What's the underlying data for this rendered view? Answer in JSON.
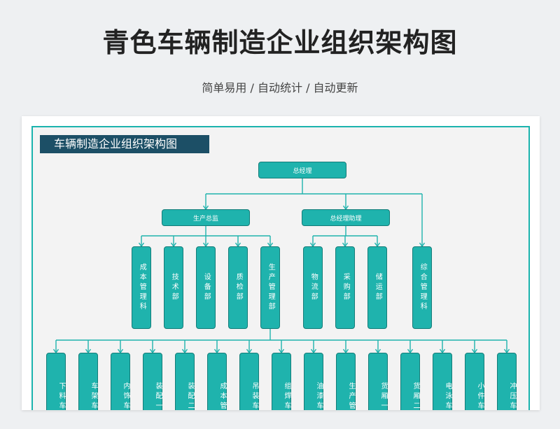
{
  "header": {
    "title": "青色车辆制造企业组织架构图",
    "subtitle": "简单易用 / 自动统计 / 自动更新"
  },
  "chart": {
    "title": "车辆制造企业组织架构图",
    "root": "总经理",
    "level1": [
      "生产总监",
      "总经理助理"
    ],
    "level2": [
      "成本管理科",
      "技术部",
      "设备部",
      "质检部",
      "生产管理部",
      "物流部",
      "采购部",
      "储运部",
      "综合管理科"
    ],
    "level3": [
      "下料车",
      "车架车",
      "内饰车",
      "装配一",
      "装配二",
      "成本管",
      "吊装车",
      "组焊车",
      "油漆车",
      "生产管",
      "货厢一",
      "货厢二",
      "电泳车",
      "小件车",
      "冲压车"
    ]
  },
  "colors": {
    "node": "#1fb3ad",
    "line": "#1fb3ad",
    "title_bg": "#1c4f66"
  }
}
